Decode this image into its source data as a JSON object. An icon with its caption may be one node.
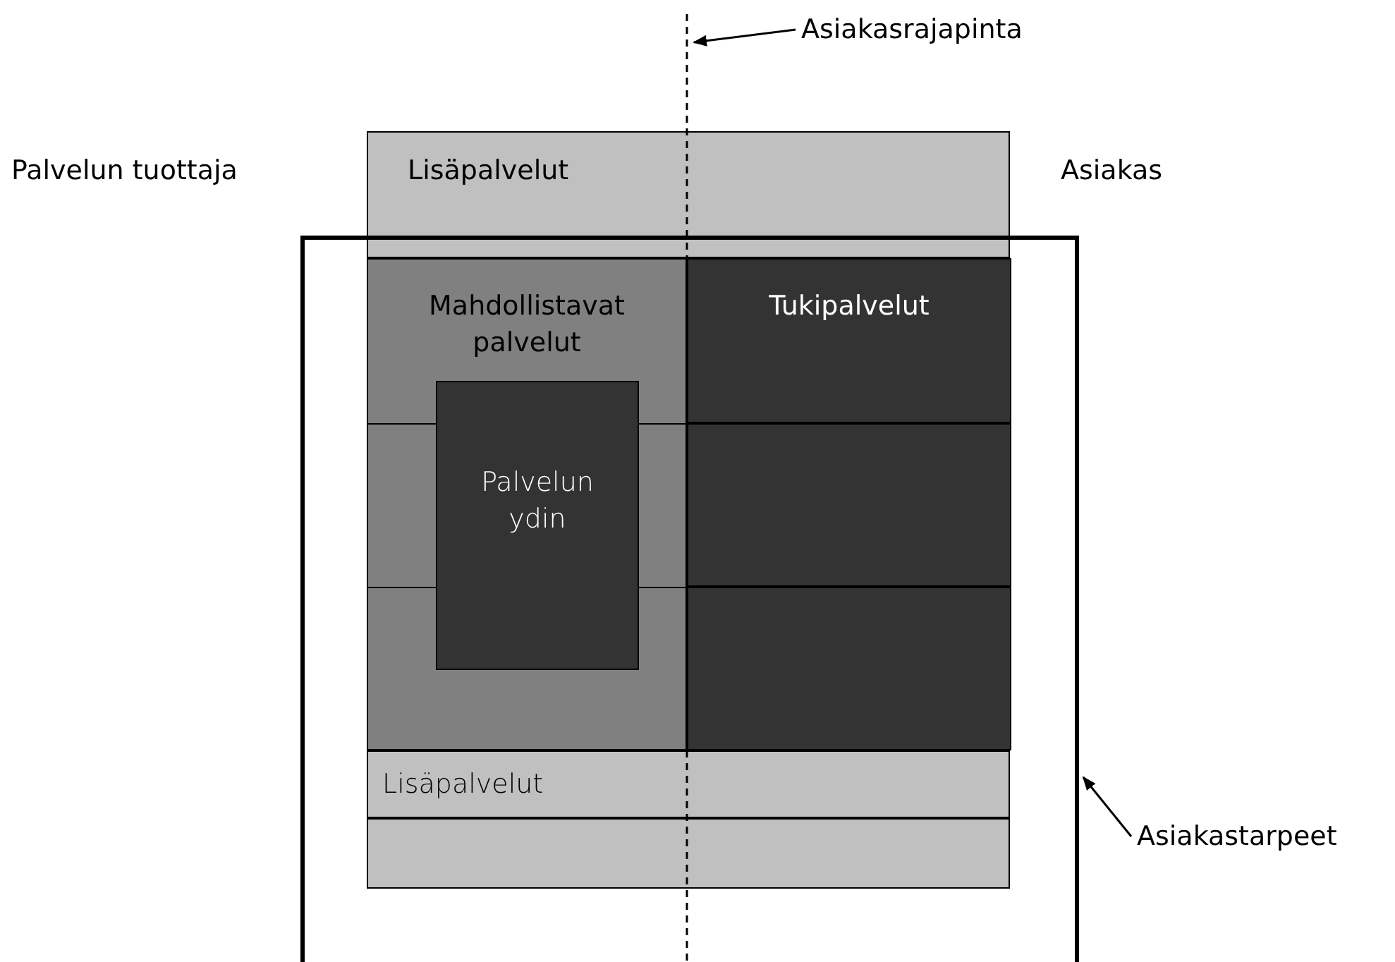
{
  "diagram": {
    "nodes": [
      {
        "text": [
          "Lisäpalvelut"
        ]
      },
      {
        "text": [],
        "shape": "box"
      },
      {
        "text": [
          "Mahdollistavat palvelut"
        ],
        "in": 1
      },
      {
        "text": [
          "Tukipalvelut"
        ],
        "in": 1
      },
      {
        "text": [
          "Palvelun ydin"
        ],
        "in": 2
      },
      {
        "text": [],
        "shape": "box",
        "in": 1
      },
      {
        "text": [],
        "shape": "box",
        "in": 1
      },
      {
        "text": [
          "Lisäpalvelut"
        ],
        "in": 1
      },
      {
        "text": [],
        "shape": "box",
        "in": 1
      },
      {
        "text": [
          "Asiakasrajapinta"
        ]
      },
      {
        "text": [
          "Asiakastarpeet"
        ]
      }
    ],
    "edges": [
      {
        "from": 9,
        "to": null,
        "arrow": "to"
      },
      {
        "from": 10,
        "to": 1,
        "arrow": "to"
      }
    ],
    "labels": [
      "Palvelun tuottaja",
      "Asiakas"
    ]
  }
}
